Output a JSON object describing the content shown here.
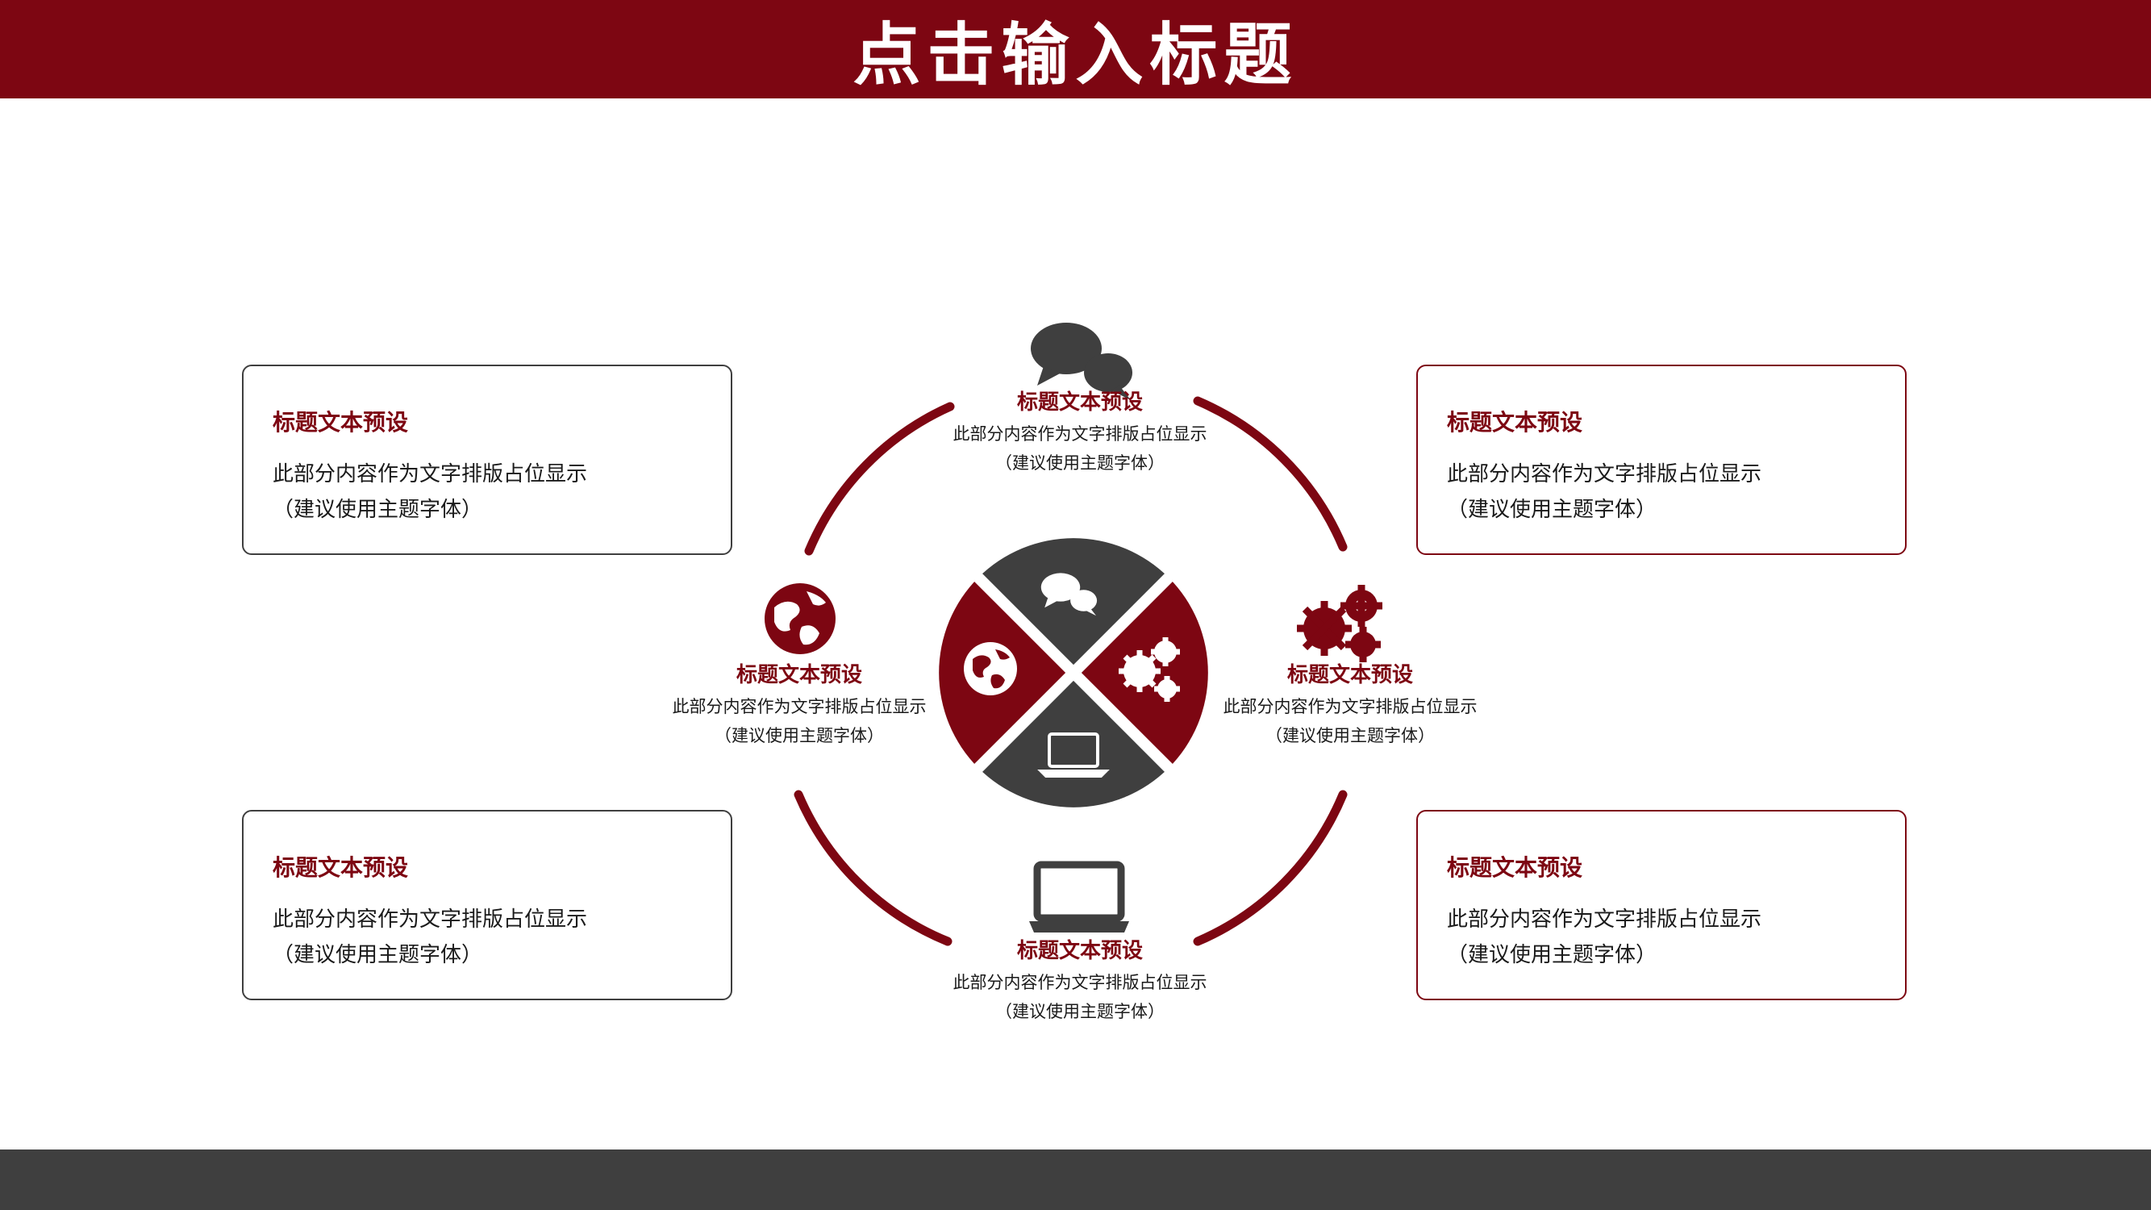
{
  "header": {
    "title": "点击输入标题"
  },
  "colors": {
    "accent": "#7d0612",
    "dark": "#3f3f3f",
    "background": "#ffffff"
  },
  "cards": [
    {
      "id": "top-left",
      "title": "标题文本预设",
      "line1": "此部分内容作为文字排版占位显示",
      "line2": "（建议使用主题字体）"
    },
    {
      "id": "top-right",
      "title": "标题文本预设",
      "line1": "此部分内容作为文字排版占位显示",
      "line2": "（建议使用主题字体）"
    },
    {
      "id": "bottom-left",
      "title": "标题文本预设",
      "line1": "此部分内容作为文字排版占位显示",
      "line2": "（建议使用主题字体）"
    },
    {
      "id": "bottom-right",
      "title": "标题文本预设",
      "line1": "此部分内容作为文字排版占位显示",
      "line2": "（建议使用主题字体）"
    }
  ],
  "segments": [
    {
      "id": "top",
      "icon": "chat-bubbles-icon",
      "title": "标题文本预设",
      "line1": "此部分内容作为文字排版占位显示",
      "line2": "（建议使用主题字体）"
    },
    {
      "id": "left",
      "icon": "globe-icon",
      "title": "标题文本预设",
      "line1": "此部分内容作为文字排版占位显示",
      "line2": "（建议使用主题字体）"
    },
    {
      "id": "right",
      "icon": "gears-icon",
      "title": "标题文本预设",
      "line1": "此部分内容作为文字排版占位显示",
      "line2": "（建议使用主题字体）"
    },
    {
      "id": "bottom",
      "icon": "laptop-icon",
      "title": "标题文本预设",
      "line1": "此部分内容作为文字排版占位显示",
      "line2": "（建议使用主题字体）"
    }
  ]
}
